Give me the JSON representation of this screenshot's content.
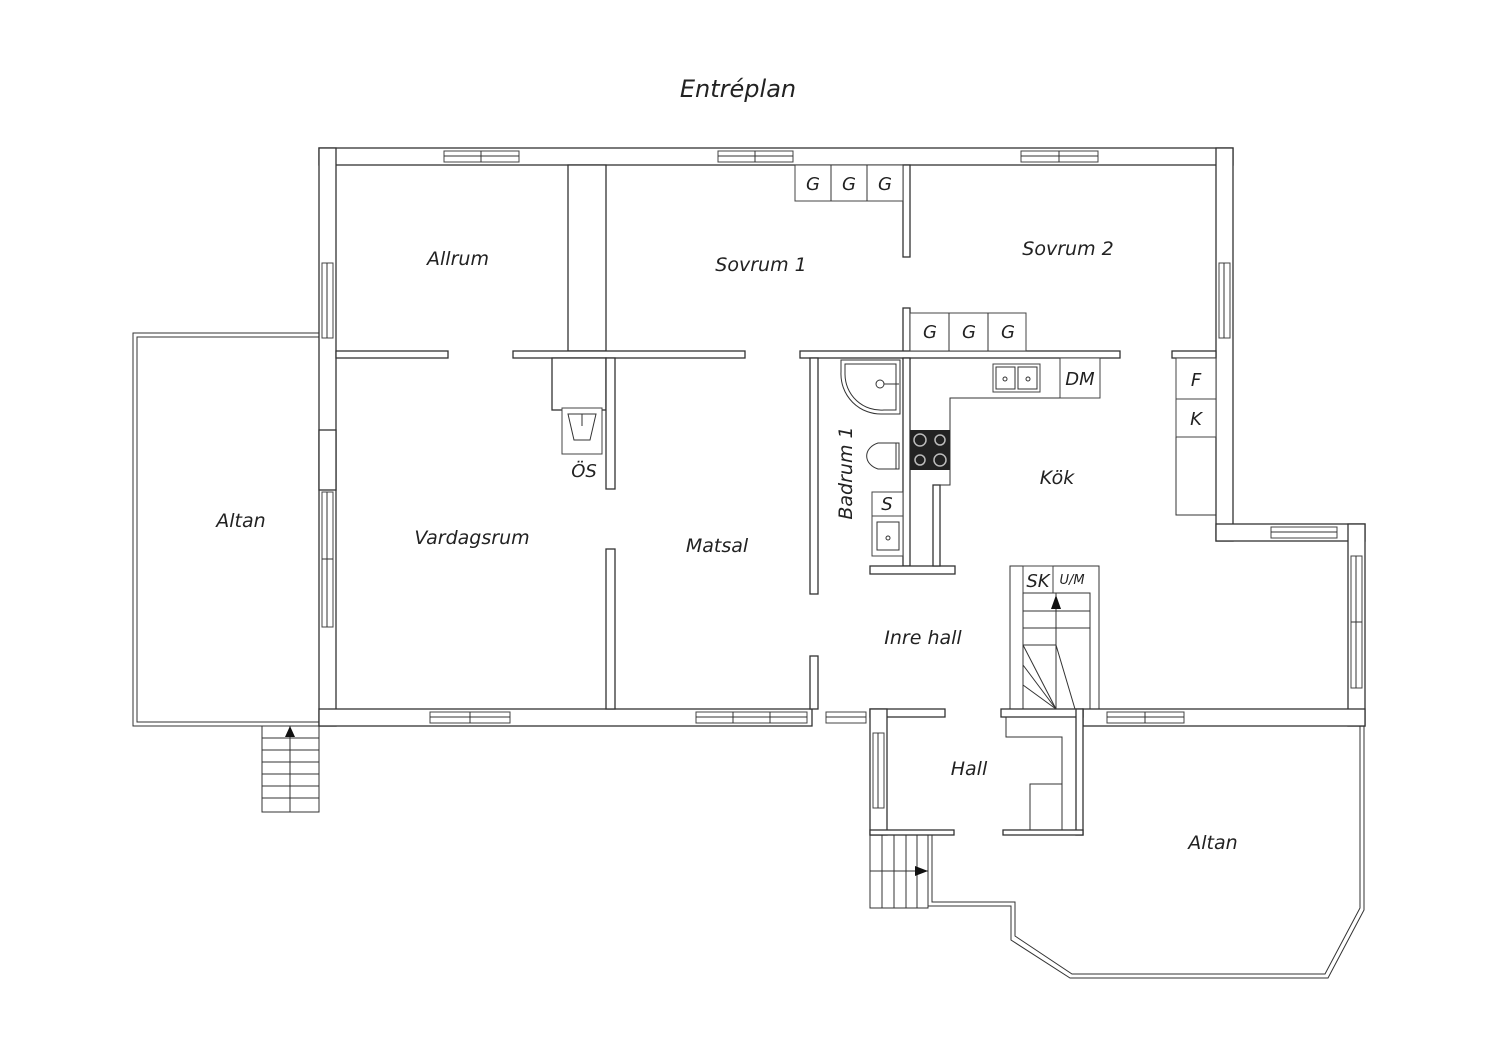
{
  "title": "Entréplan",
  "rooms": {
    "allrum": "Allrum",
    "sovrum1": "Sovrum 1",
    "sovrum2": "Sovrum 2",
    "vardagsrum": "Vardagsrum",
    "matsal": "Matsal",
    "badrum1": "Badrum 1",
    "kok": "Kök",
    "inre_hall": "Inre hall",
    "hall": "Hall",
    "altan_left": "Altan",
    "altan_right": "Altan"
  },
  "fixtures": {
    "wardrobe": "G",
    "fireplace": "ÖS",
    "dishwasher": "DM",
    "fridge": "F",
    "freezer": "K",
    "shower": "S",
    "closet": "SK",
    "stairs": "U/M"
  },
  "colors": {
    "line": "#333333",
    "background": "#ffffff",
    "text": "#222222"
  }
}
